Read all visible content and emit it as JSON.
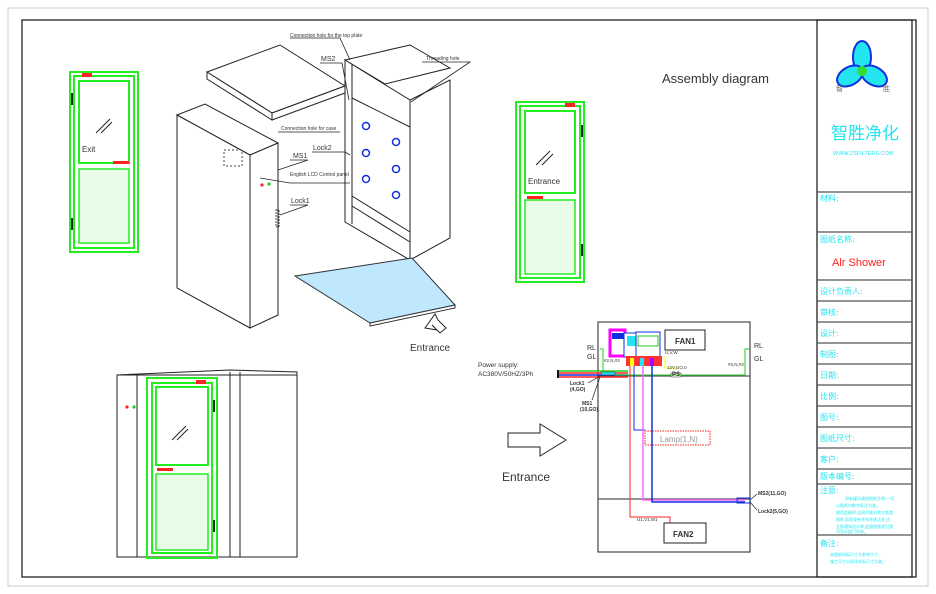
{
  "title_block": {
    "company_cn": "智胜净化",
    "logo_left_char": "智",
    "logo_right_char": "胜",
    "website": "WWW.ZSFILTERS.COM",
    "material_label": "材料:",
    "drawing_name_label": "图纸名称:",
    "drawing_name": "Alr Shower",
    "design_lead_label": "设计负责人:",
    "review_label": "审核:",
    "design_label": "设计:",
    "drafting_label": "制图:",
    "date_label": "日期:",
    "scale_label": "比例:",
    "drawing_no_label": "图号:",
    "paper_size_label": "图纸尺寸:",
    "customer_label": "客户:",
    "version_label": "版本编号:",
    "notice_label": "注意:",
    "notice_text": [
      "如有疑问请按图纸注明,一切",
      "以图纸内数字标注为准。",
      "使用此图时,应同时核对其它各类",
      "图纸,如发现有任何矛盾之处,应",
      "立即通知设计师,此图纸版权归我",
      "司设计部门所有。"
    ],
    "remark_label": "备注:",
    "remark_text": [
      "本图纸所标尺寸为参考尺寸,",
      "施工尺寸以现场实际尺寸为准。"
    ],
    "colors": {
      "accent": "#22e5f0",
      "title": "#ff2020"
    }
  },
  "diagram": {
    "heading": "Assembly diagram",
    "exit_label": "Exit",
    "entrance_door_label": "Entrance",
    "callouts": {
      "top_plate_hole": "Connection hole for the top plate",
      "threading_hole": "Threading hole",
      "ms2": "MS2",
      "case_hole": "Connection hole for case",
      "lock2": "Lock2",
      "ms1": "MS1",
      "lcd_panel": "English LCD Control panel",
      "lock1": "Lock1"
    },
    "entrance_arrow_label_1": "Entrance",
    "entrance_arrow_label_2": "Entrance"
  },
  "wiring": {
    "power_supply_label": "Power supply:",
    "power_supply_value": "AC380V/50HZ/3Ph",
    "rl_left": "RL",
    "gl_left": "GL",
    "rl_right": "RL",
    "gl_right": "GL",
    "n_left": "#2,N,#3",
    "n_right": "#2,N,#3",
    "uvw": "U,V,W",
    "ps_voltage": "12V,GO,0",
    "ps": "PS",
    "fan1": "FAN1",
    "fan2": "FAN2",
    "lock1": "Lock1",
    "lock1_pins": "(4,GO)",
    "ms1": "MS1",
    "ms1_pins": "(10,GO)",
    "lamp": "Lamp(1,N)",
    "ms2": "MS2(11,GO)",
    "lock2": "Lock2(5,GO)",
    "fan2_wires": "U1,V1,W1"
  }
}
